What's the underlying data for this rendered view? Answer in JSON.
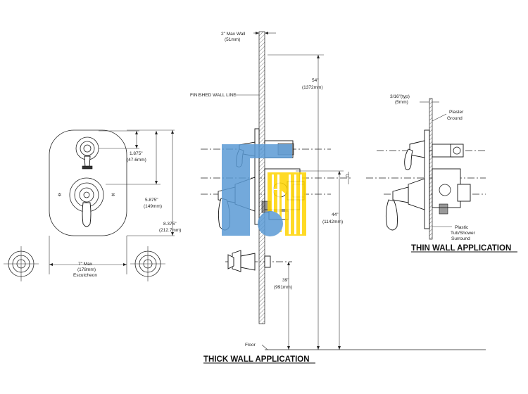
{
  "front_view": {
    "dim_top_in": "1.875\"",
    "dim_top_mm": "(47.6mm)",
    "dim_mid_in": "5.875\"",
    "dim_mid_mm": "(149mm)",
    "dim_total_in": "8.375\"",
    "dim_total_mm": "(212.7mm)",
    "width_line1": "7\" Max",
    "width_line2": "(178mm)",
    "width_line3": "Escutcheon"
  },
  "thick_wall": {
    "max_wall_line1": "2\" Max Wall",
    "max_wall_line2": "(51mm)",
    "finished_wall": "FINISHED WALL LINE",
    "dim_54_in": "54\"",
    "dim_54_mm": "(1372mm)",
    "dim_44_in": "44\"",
    "dim_44_mm": "(1142mm)",
    "dim_39_in": "39\"",
    "dim_39_mm": "(991mm)",
    "floor": "Floor",
    "centerline": "CL",
    "title": "THICK WALL APPLICATION"
  },
  "thin_wall": {
    "typ_line1": "3/16\"(typ)",
    "typ_line2": "(5mm)",
    "plaster_line1": "Plaster",
    "plaster_line2": "Ground",
    "plastic_line1": "Plastic",
    "plastic_line2": "Tub/Shower",
    "plastic_line3": "Surround",
    "title": "THIN WALL APPLICATION"
  },
  "watermark": {
    "colors": [
      "#5b9bd5",
      "#ffd400",
      "#ffffff"
    ]
  }
}
